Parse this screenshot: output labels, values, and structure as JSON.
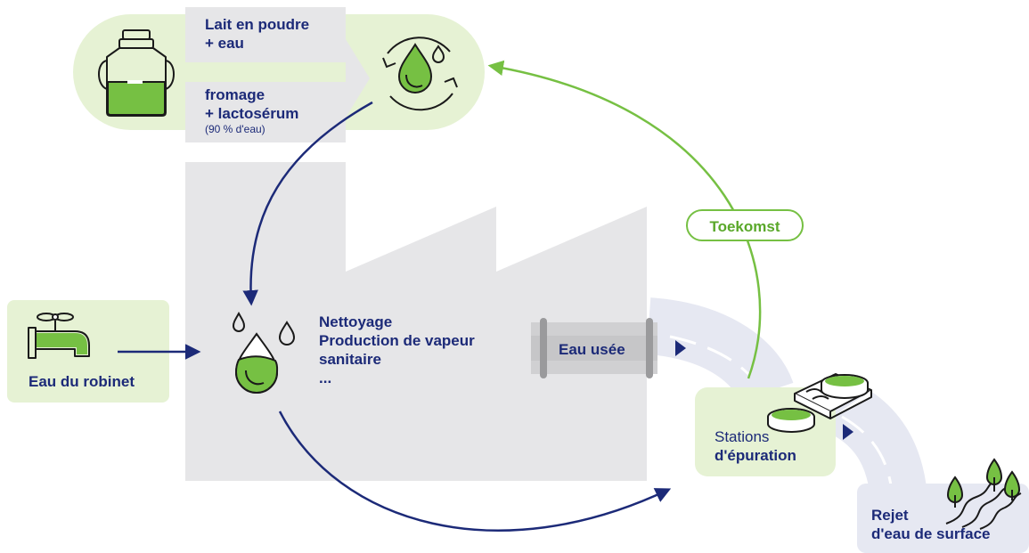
{
  "milk_powder": {
    "line1": "Lait en poudre",
    "line2": "+ eau"
  },
  "cheese": {
    "line1": "fromage",
    "line2": "+ lactosérum",
    "note": "(90 % d'eau)"
  },
  "future_label": "Toekomst",
  "tap_label": "Eau du robinet",
  "uses": {
    "line1": "Nettoyage",
    "line2": "Production de vapeur",
    "line3": "sanitaire",
    "line4": "..."
  },
  "wastewater_label": "Eau usée",
  "treatment": {
    "line1": "Stations",
    "line2": "d'épuration"
  },
  "discharge": {
    "line1": "Rejet",
    "line2": "d'eau de surface"
  },
  "colors": {
    "navy": "#1c2a78",
    "green": "#76c043",
    "light_green": "#e6f2d4",
    "grey": "#e6e6e8",
    "lavender": "#e6e8f2"
  }
}
